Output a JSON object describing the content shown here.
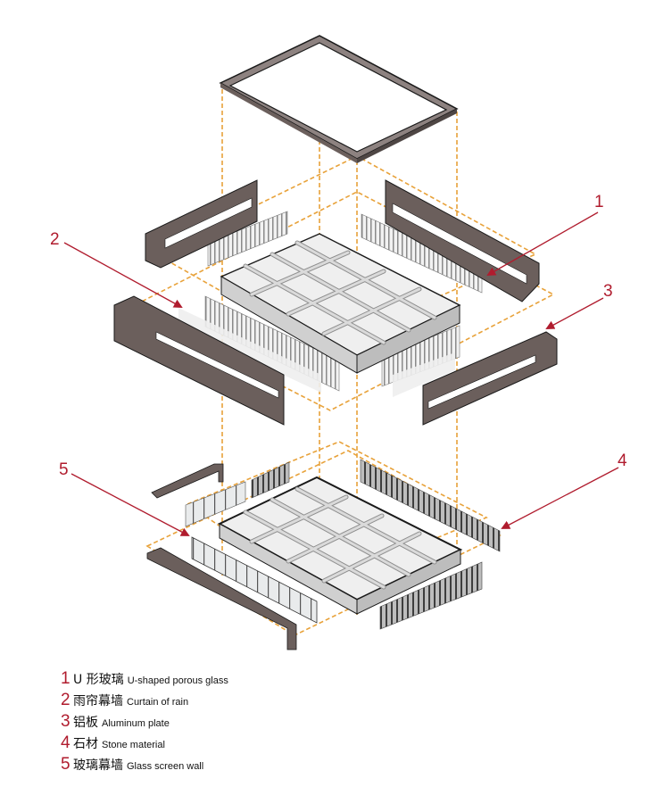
{
  "callouts": [
    {
      "number": "1"
    },
    {
      "number": "2"
    },
    {
      "number": "3"
    },
    {
      "number": "4"
    },
    {
      "number": "5"
    }
  ],
  "legend": [
    {
      "number": "1",
      "cn": "U 形玻璃",
      "en": "U-shaped porous glass"
    },
    {
      "number": "2",
      "cn": "雨帘幕墙",
      "en": "Curtain of rain"
    },
    {
      "number": "3",
      "cn": "铝板",
      "en": "Aluminum plate"
    },
    {
      "number": "4",
      "cn": "石材",
      "en": "Stone material"
    },
    {
      "number": "5",
      "cn": "玻璃幕墙",
      "en": "Glass screen wall"
    }
  ],
  "colors": {
    "accent_red": "#b01c2e",
    "guide_orange": "#e8a23a",
    "panel_dark": "#6b5f5c",
    "panel_light": "#8d8280",
    "structure_gray": "#d6d6d6",
    "outline": "#1a1a1a"
  }
}
